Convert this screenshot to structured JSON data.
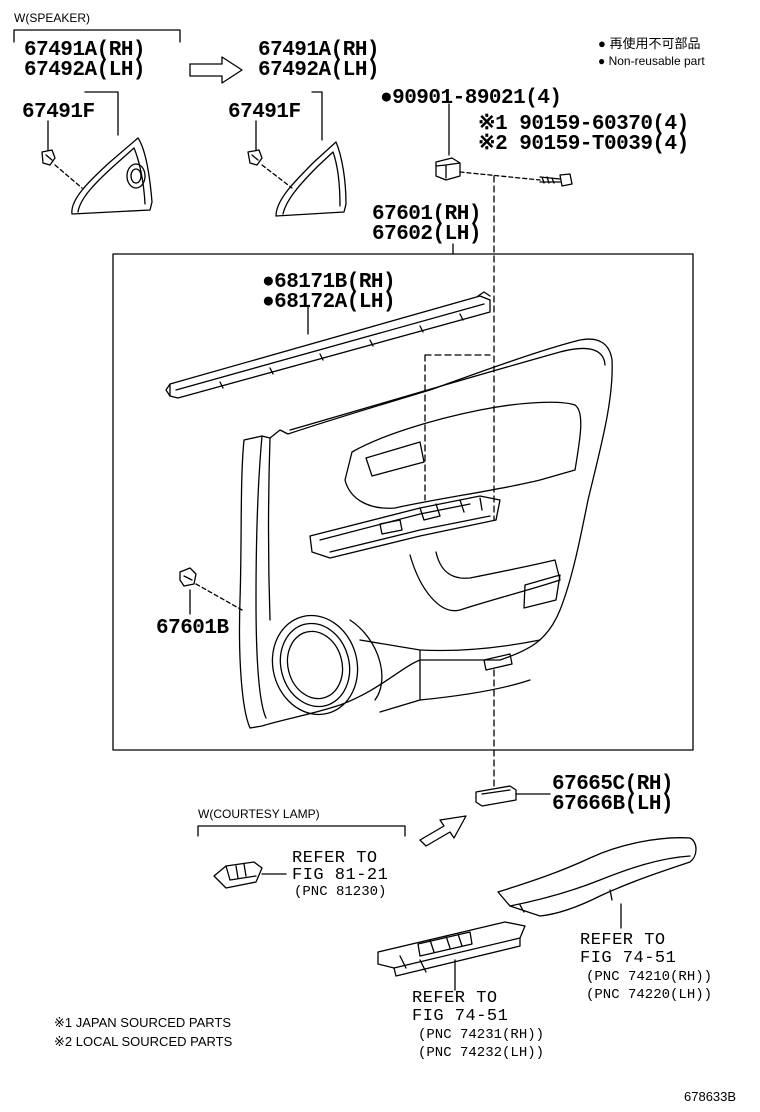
{
  "speaker_group": {
    "label": "W(SPEAKER)",
    "left_rh": "67491A(RH)",
    "left_lh": "67492A(LH)",
    "left_clip": "67491F",
    "right_rh": "67491A(RH)",
    "right_lh": "67492A(LH)",
    "right_clip": "67491F"
  },
  "legend": {
    "japanese": "再使用不可部品",
    "english": "Non-reusable part"
  },
  "fasteners": {
    "clip": "●90901-89021(4)",
    "screw_japan": "※1 90159-60370(4)",
    "screw_local": "※2 90159-T0039(4)"
  },
  "door_panel": {
    "rh": "67601(RH)",
    "lh": "67602(LH)",
    "weatherstrip_rh": "●68171B(RH)",
    "weatherstrip_lh": "●68172A(LH)",
    "clip": "67601B"
  },
  "lamp_cover": {
    "rh": "67665C(RH)",
    "lh": "67666B(LH)"
  },
  "courtesy_group": {
    "label": "W(COURTESY LAMP)",
    "ref1": "REFER TO",
    "ref2": "FIG 81-21",
    "pnc": "(PNC 81230)"
  },
  "armrest_ref": {
    "ref1": "REFER TO",
    "ref2": "FIG 74-51",
    "pnc_rh": "(PNC 74210(RH))",
    "pnc_lh": "(PNC 74220(LH))"
  },
  "switch_ref": {
    "ref1": "REFER TO",
    "ref2": "FIG 74-51",
    "pnc_rh": "(PNC 74231(RH))",
    "pnc_lh": "(PNC 74232(LH))"
  },
  "footnotes": {
    "japan": "※1 JAPAN SOURCED PARTS",
    "local": "※2 LOCAL SOURCED PARTS"
  },
  "figure_id": "678633B"
}
